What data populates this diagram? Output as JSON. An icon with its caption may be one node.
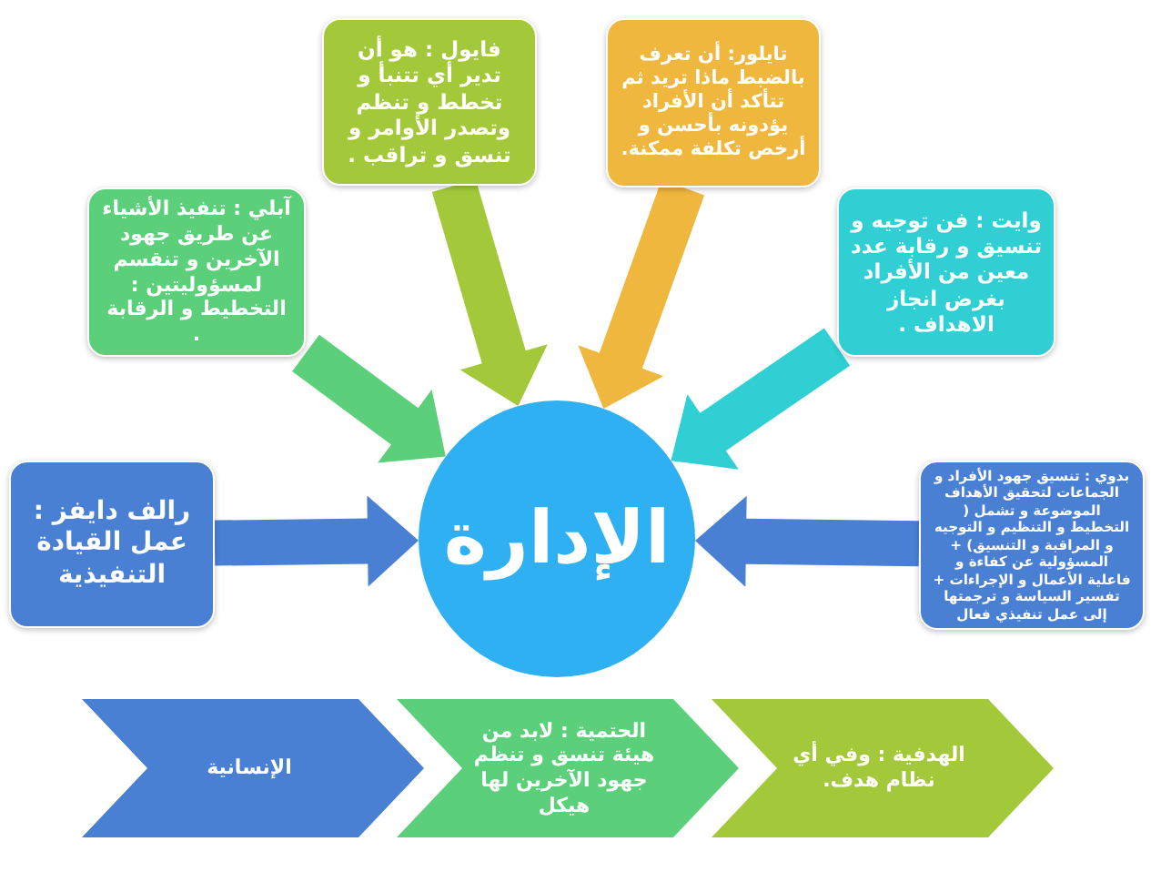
{
  "diagram": {
    "nodes": [
      {
        "text": [
          "فايول : هو أن تدير أي تتنبأ و تخطط و تنظم وتصدر الأوامر و تنسق و تراقب ."
        ]
      },
      {
        "text": [
          "تايلور: أن تعرف بالضبط ماذا تريد ثم تتأكد أن الأفراد يؤدونه بأحسن و أرخص تكلفة ممكنة."
        ]
      },
      {
        "text": [
          "آبلي : تنفيذ الأشياء عن طريق جهود الآخرين و تنقسم لمسؤوليتين : التخطيط و الرقابة ."
        ]
      },
      {
        "text": [
          "وايت : فن توجيه و تنسيق و رقابة عدد معين من الأفراد بغرض انجاز الاهداف ."
        ]
      },
      {
        "text": [
          "رالف دايفز : عمل القيادة التنفيذية"
        ]
      },
      {
        "text": [
          "الإدارة"
        ]
      },
      {
        "text": [
          "بدوي : تنسيق جهود الأفراد و الجماعات لتحقيق الأهداف الموضوعة و تشمل ( التخطيط و التنظيم و التوجيه و المراقبة و التنسيق) + المسؤولية عن كفاءة و فاعلية الأعمال و الإجراءات + تفسير السياسة و ترجمتها إلى عمل تنفيذي فعال"
        ]
      },
      {
        "text": [
          "الإنسانية"
        ]
      },
      {
        "text": [
          "الحتمية : لابد من هيئة تنسق و تنظم جهود الآخرين لها هيكل"
        ]
      },
      {
        "text": [
          "الهدفية : وفي أي نظام هدف."
        ]
      }
    ],
    "edges": [
      {
        "from": 0,
        "to": 5,
        "arrow": "to",
        "color": "#a3c93a"
      },
      {
        "from": 1,
        "to": 5,
        "arrow": "to",
        "color": "#f0b73e"
      },
      {
        "from": 2,
        "to": 5,
        "arrow": "to",
        "color": "#5ccf7b"
      },
      {
        "from": 3,
        "to": 5,
        "arrow": "to",
        "color": "#2fcfd3"
      },
      {
        "from": 4,
        "to": 5,
        "arrow": "to",
        "color": "#4a80d3"
      },
      {
        "from": 6,
        "to": 5,
        "arrow": "to",
        "color": "#4a80d3"
      }
    ]
  }
}
